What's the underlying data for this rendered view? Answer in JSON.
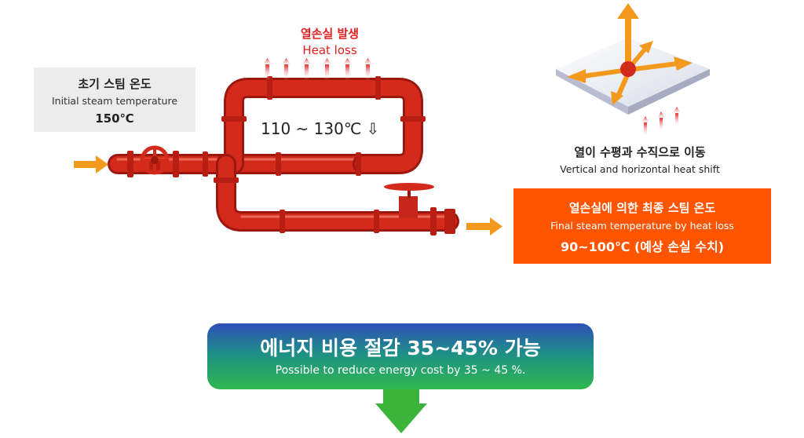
{
  "initial": {
    "title_ko": "초기 스팀 온도",
    "title_en": "Initial steam temperature",
    "value": "150℃"
  },
  "heat_loss": {
    "title_ko": "열손실 발생",
    "title_en": "Heat loss"
  },
  "mid_temperature": "110 ~ 130℃ ⇩",
  "heat_shift": {
    "title_ko": "열이 수평과 수직으로 이동",
    "title_en": "Vertical and horizontal heat shift"
  },
  "final": {
    "title_ko": "열손실에 의한 최종 스팀 온도",
    "title_en": "Final steam temperature by heat loss",
    "value": "90~100℃ (예상 손실 수치)"
  },
  "savings": {
    "title_ko": "에너지 비용 절감 35~45% 가능",
    "title_en": "Possible to reduce energy cost by 35 ~ 45 %."
  },
  "colors": {
    "pipe": "#d42a1c",
    "pipe_dark": "#a3190f",
    "arrow_orange": "#f39a1e",
    "heat_red": "#e02020",
    "final_box": "#ff5400",
    "down_arrow": "#3cb43c"
  }
}
